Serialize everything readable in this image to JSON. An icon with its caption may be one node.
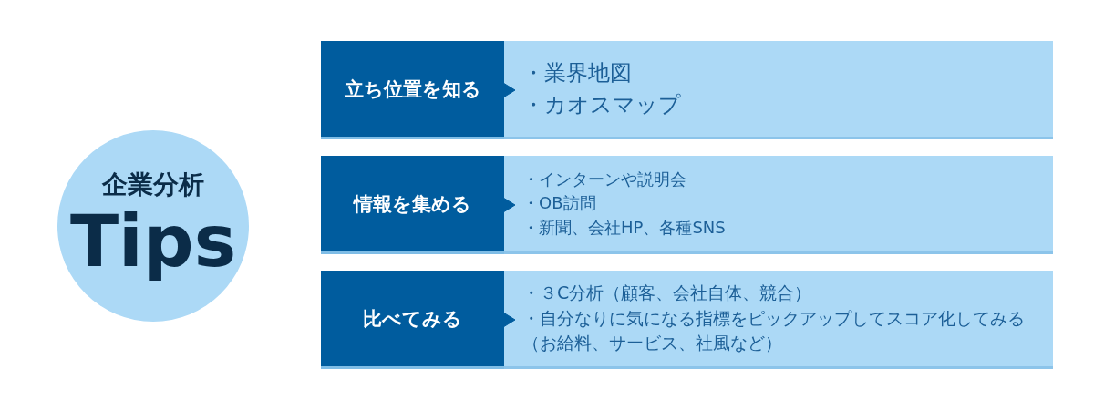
{
  "diagram": {
    "nodes": [
      {
        "text": [
          "企業分析",
          "Tips"
        ]
      },
      {
        "text": [
          "立ち位置を知る"
        ]
      },
      {
        "text": [
          "・業界地図",
          "・カオスマップ"
        ]
      },
      {
        "text": [
          "情報を集める"
        ]
      },
      {
        "text": [
          "・インターンや説明会",
          "・OB訪問",
          "・新聞、会社HP、各種SNS"
        ]
      },
      {
        "text": [
          "比べてみる"
        ]
      },
      {
        "text": [
          "・３C分析（顧客、会社自体、競合）",
          "・自分なりに気になる指標をピックアップしてスコア化してみる（お給料、サービス、社風など）"
        ]
      }
    ],
    "edges": [
      {
        "from": 1,
        "to": 2,
        "arrow": "to"
      },
      {
        "from": 3,
        "to": 4,
        "arrow": "to"
      },
      {
        "from": 5,
        "to": 6,
        "arrow": "to"
      }
    ]
  }
}
